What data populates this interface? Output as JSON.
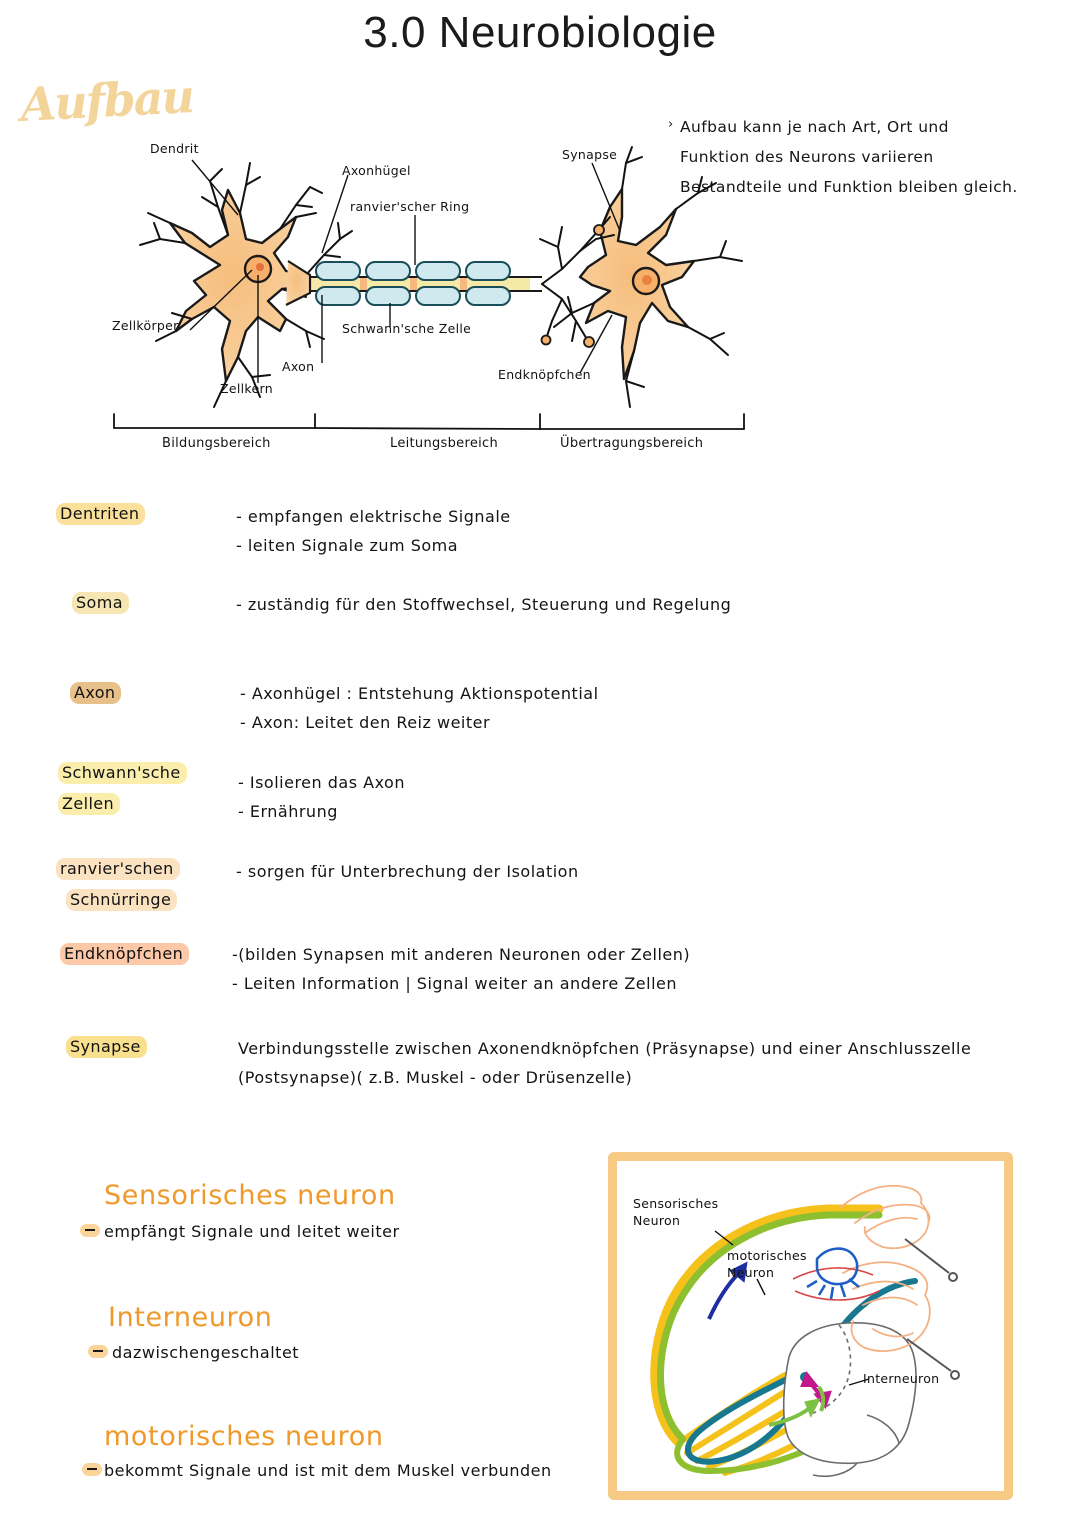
{
  "title": "3.0 Neurobiologie",
  "section_heading": "Aufbau",
  "intro_note": {
    "bullet": "›",
    "lines": [
      "Aufbau kann je nach Art, Ort und",
      "Funktion des Neurons variieren",
      "Bestandteile und Funktion bleiben gleich."
    ]
  },
  "diagram_labels": {
    "dendrit": "Dendrit",
    "zellkoerper": "Zellkörper",
    "zellkern": "Zellkern",
    "axon": "Axon",
    "axonhuegel": "Axonhügel",
    "ranvierscher_ring": "ranvier'scher Ring",
    "schwannsche_zelle": "Schwann'sche Zelle",
    "synapse": "Synapse",
    "endknoepfchen": "Endknöpfchen"
  },
  "regions": {
    "bildungsbereich": "Bildungsbereich",
    "leitungsbereich": "Leitungsbereich",
    "uebertragungsbereich": "Übertragungsbereich"
  },
  "definitions": [
    {
      "term": "Dentriten",
      "term2": "",
      "highlight": "#fae09a",
      "lines": [
        "- empfangen elektrische  Signale",
        "- leiten Signale zum Soma"
      ]
    },
    {
      "term": "Soma",
      "term2": "",
      "highlight": "#f6e6b4",
      "lines": [
        "- zuständig für den Stoffwechsel, Steuerung und Regelung"
      ]
    },
    {
      "term": "Axon",
      "term2": "",
      "highlight": "#e8c089",
      "lines": [
        "- Axonhügel : Entstehung Aktionspotential",
        "- Axon: Leitet den Reiz weiter"
      ]
    },
    {
      "term": "Schwann'sche",
      "term2": "Zellen",
      "highlight": "#fbeeac",
      "lines": [
        "- Isolieren  das Axon",
        "- Ernährung"
      ]
    },
    {
      "term": "ranvier'schen",
      "term2": "Schnürringe",
      "highlight": "#fbe2c0",
      "lines": [
        "- sorgen für Unterbrechung der  Isolation"
      ]
    },
    {
      "term": "Endknöpfchen",
      "term2": "",
      "highlight": "#fbc9a8",
      "lines": [
        "-(bilden  Synapsen  mit anderen Neuronen oder Zellen)",
        "- Leiten Information | Signal  weiter an andere Zellen"
      ]
    },
    {
      "term": "Synapse",
      "term2": "",
      "highlight": "#f9e08e",
      "lines": [
        "Verbindungsstelle  zwischen  Axonendknöpfchen (Präsynapse) und einer Anschlusszelle",
        "(Postsynapse)( z.B. Muskel - oder Drüsenzelle)"
      ]
    }
  ],
  "neuron_types": [
    {
      "title": "Sensorisches  neuron",
      "desc": "empfängt Signale  und leitet weiter"
    },
    {
      "title": "Interneuron",
      "desc": "dazwischengeschaltet"
    },
    {
      "title": "motorisches  neuron",
      "desc": "bekommt Signale und ist mit dem Muskel verbunden"
    }
  ],
  "reflex_diagram": {
    "sensory_line1": "Sensorisches",
    "sensory_line2": "Neuron",
    "motor_line1": "motorisches",
    "motor_line2": "Neuron",
    "interneuron": "Interneuron"
  },
  "colors": {
    "accent_orange": "#f0992b",
    "highlight_yellow": "#fae09a",
    "highlight_peach": "#fbc9a8",
    "script_tan": "#f3d49a",
    "box_border": "#f6c984",
    "soma_fill": "#f8c183",
    "myelin_fill": "#cfe9ef",
    "nerve_green": "#8dbf2e",
    "nerve_yellow": "#f5c11b",
    "nerve_teal": "#17788f",
    "arrow_blue": "#1f2ea0",
    "inter_magenta": "#c2188c"
  }
}
